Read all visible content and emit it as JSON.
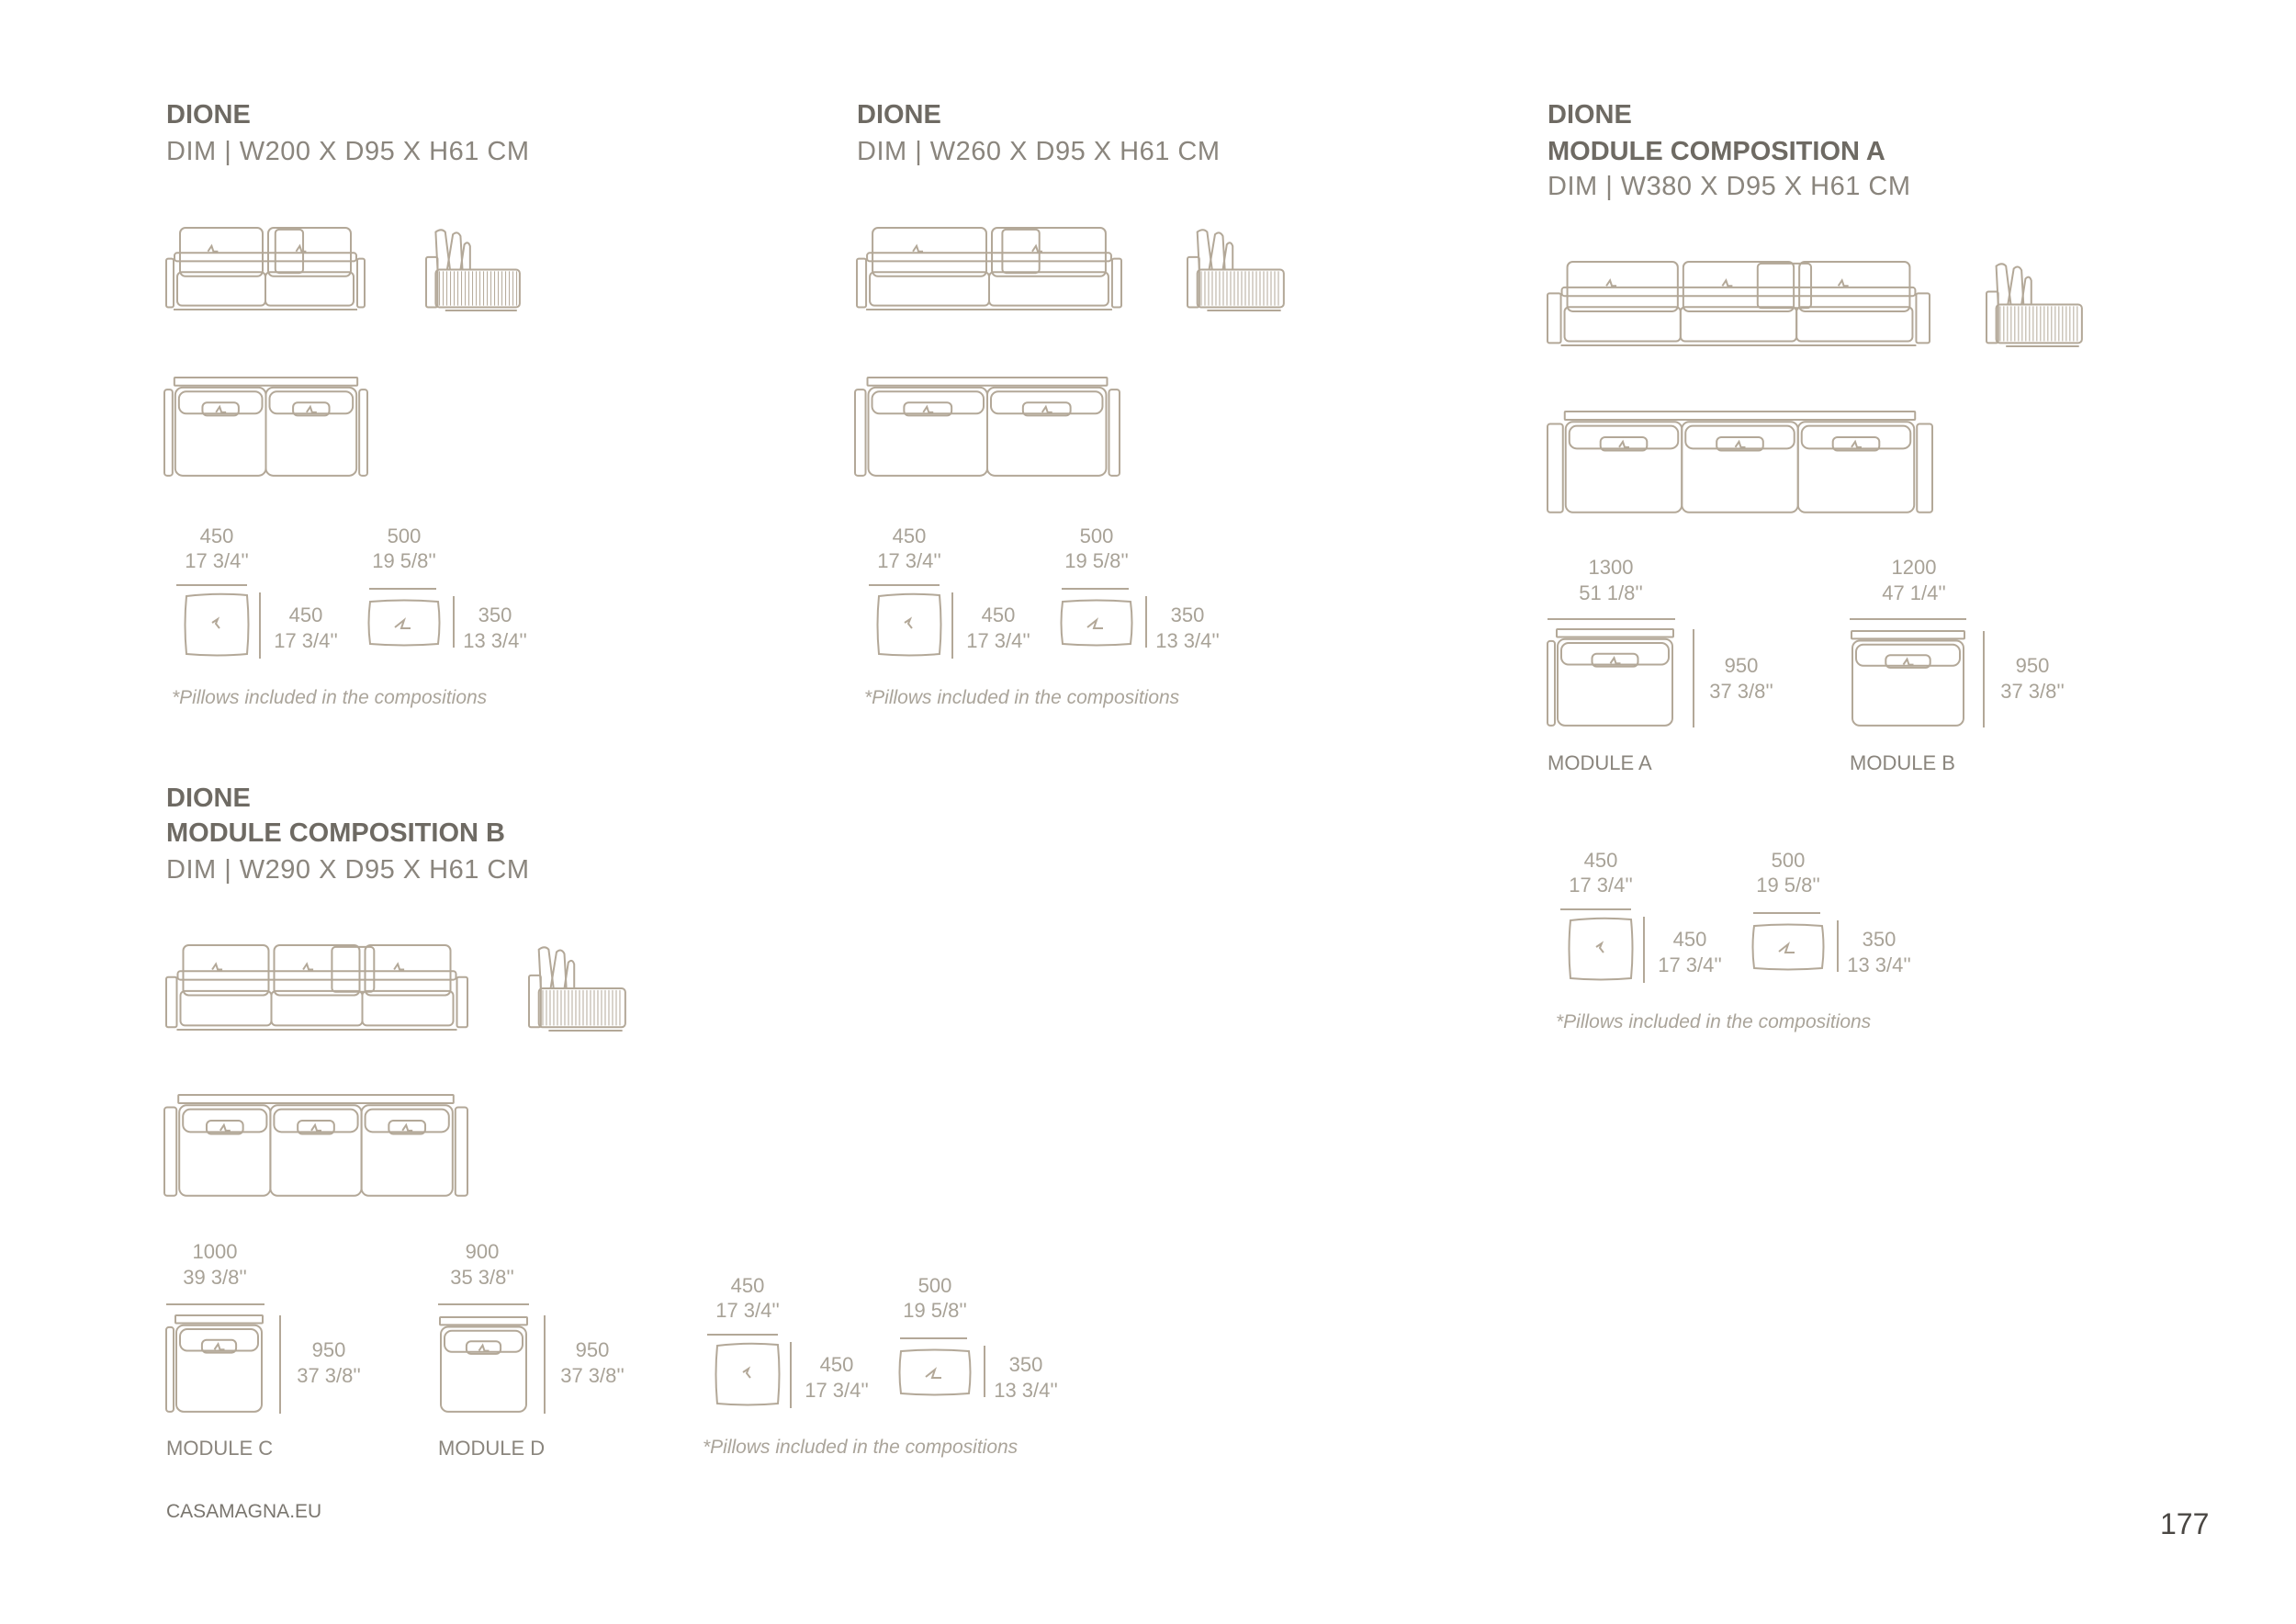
{
  "colors": {
    "line": "#b3a898",
    "title": "#6e6a63",
    "text": "#8a857d"
  },
  "blocks": [
    {
      "title": "DIONE",
      "subtitle": "",
      "dim": "DIM | W200 X D95 X H61 CM",
      "seats": 2
    },
    {
      "title": "DIONE",
      "subtitle": "",
      "dim": "DIM | W260 X D95 X H61 CM",
      "seats": 2
    },
    {
      "title": "DIONE",
      "subtitle": "MODULE COMPOSITION A",
      "dim": "DIM | W380 X D95 X H61 CM",
      "seats": 3
    },
    {
      "title": "DIONE",
      "subtitle": "MODULE COMPOSITION B",
      "dim": "DIM | W290 X D95 X H61 CM",
      "seats": 3
    }
  ],
  "pillows": {
    "square": {
      "width_mm": "450",
      "width_in": "17 3/4''",
      "height_mm": "450",
      "height_in": "17 3/4''"
    },
    "rect": {
      "width_mm": "500",
      "width_in": "19 5/8''",
      "height_mm": "350",
      "height_in": "13 3/4''"
    },
    "caption": "*Pillows included in the compositions"
  },
  "modules": {
    "a": {
      "label": "MODULE A",
      "width_mm": "1300",
      "width_in": "51 1/8''",
      "depth_mm": "950",
      "depth_in": "37 3/8''"
    },
    "b": {
      "label": "MODULE B",
      "width_mm": "1200",
      "width_in": "47 1/4''",
      "depth_mm": "950",
      "depth_in": "37 3/8''"
    },
    "c": {
      "label": "MODULE C",
      "width_mm": "1000",
      "width_in": "39 3/8''",
      "depth_mm": "950",
      "depth_in": "37 3/8''"
    },
    "d": {
      "label": "MODULE D",
      "width_mm": "900",
      "width_in": "35 3/8''",
      "depth_mm": "950",
      "depth_in": "37 3/8''"
    }
  },
  "footer": {
    "site": "CASAMAGNA.EU",
    "page": "177"
  }
}
